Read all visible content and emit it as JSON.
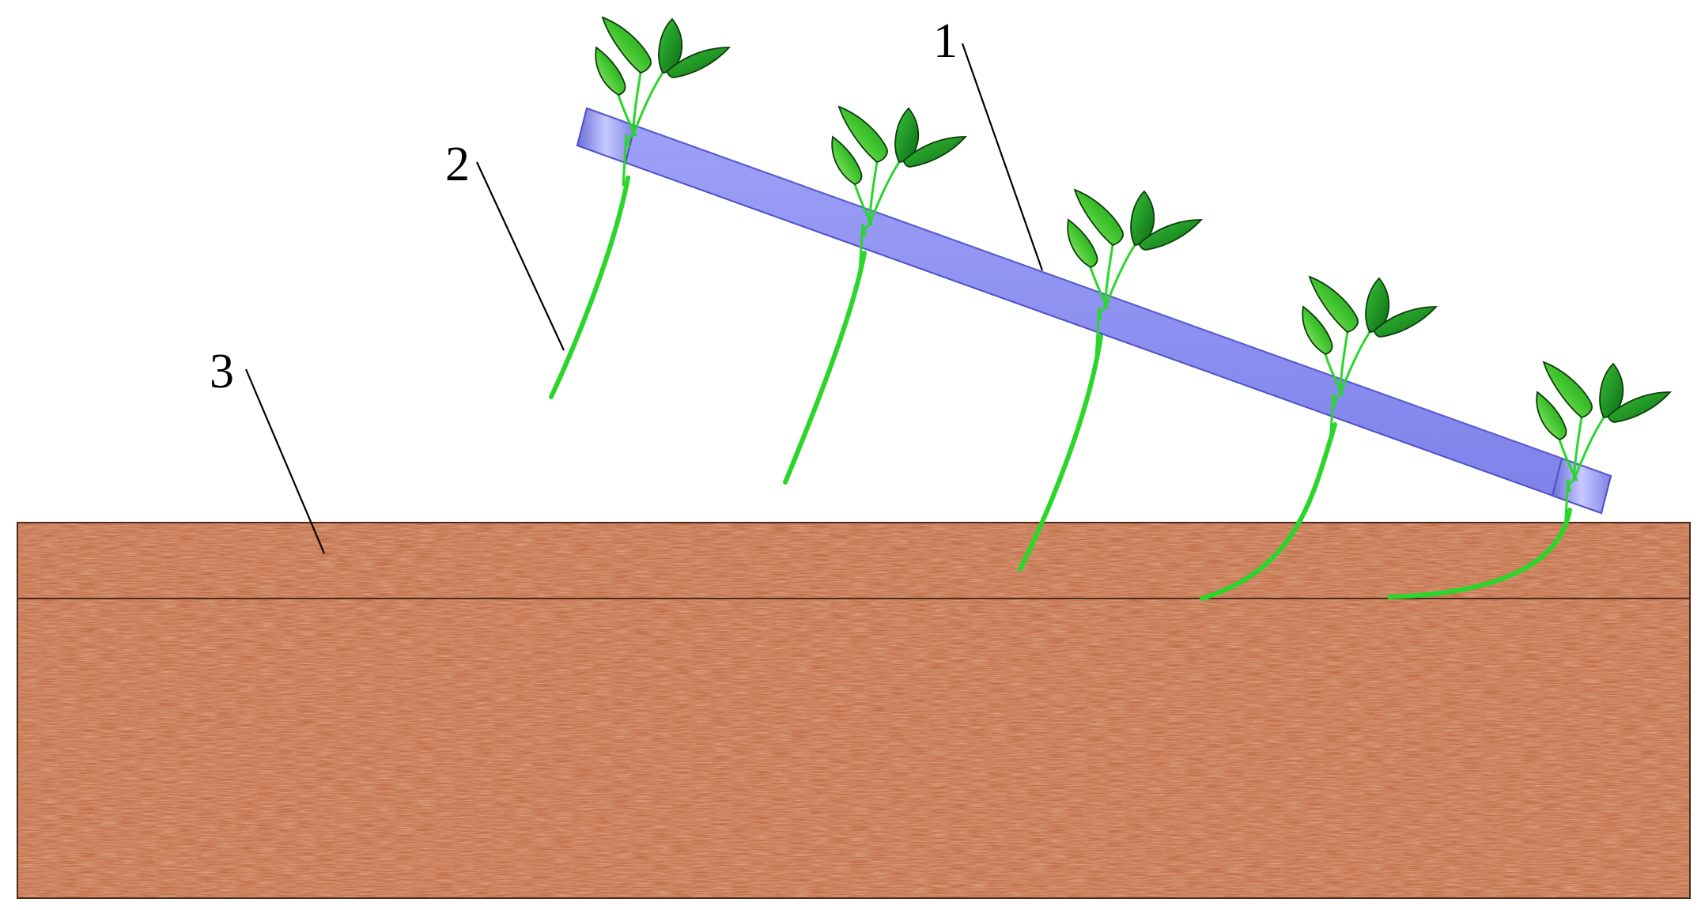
{
  "labels": {
    "bar": "1",
    "seedling": "2",
    "soil": "3"
  },
  "colors": {
    "background": "#ffffff",
    "bar_fill": "#8a8df2",
    "bar_edge": "#5a5ed0",
    "soil_light": "#c8774f",
    "soil_dark": "#a9593a",
    "soil_line": "#4a2a1c",
    "stem": "#2ad62a",
    "leaf_light": "#6fe04a",
    "leaf_dark": "#0f8a1a",
    "leaf_outline": "#0b3d0b"
  },
  "icons": {
    "bar": "bar-shape",
    "seedling": "seedling-icon",
    "soil": "soil-block"
  }
}
